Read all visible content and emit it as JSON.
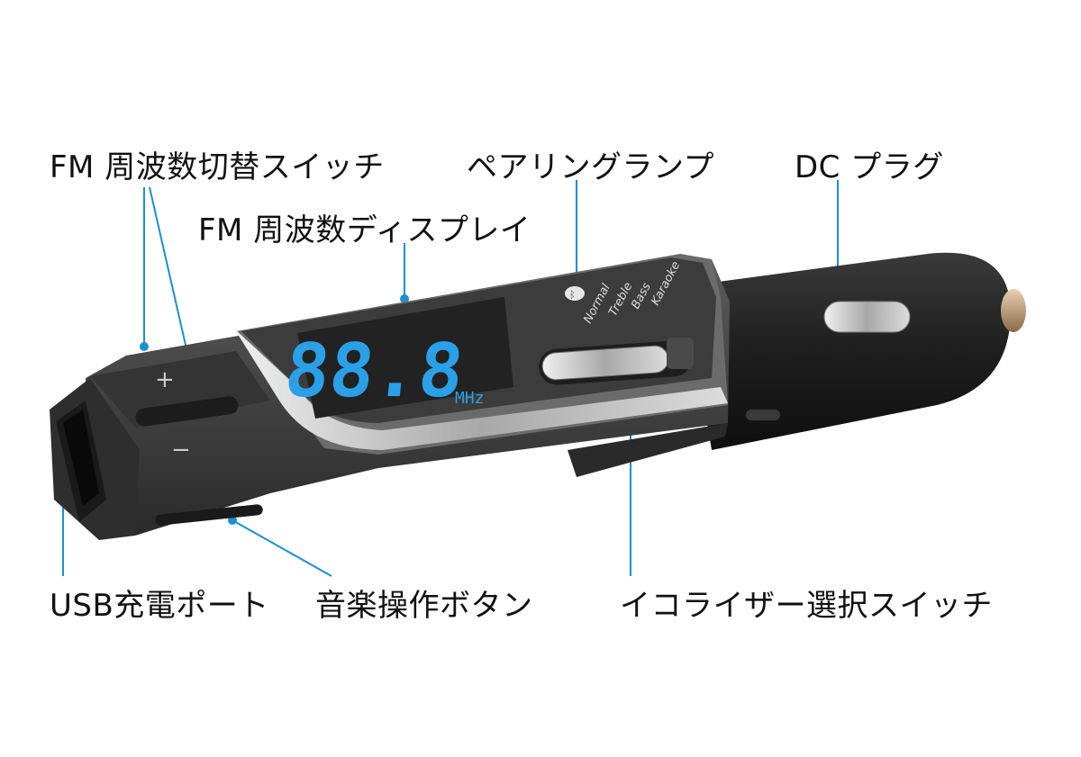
{
  "callouts": {
    "fm_switch": "FM 周波数切替スイッチ",
    "pairing_lamp": "ペアリングランプ",
    "dc_plug": "DC プラグ",
    "fm_display": "FM 周波数ディスプレイ",
    "usb_port": "USB充電ポート",
    "music_button": "音楽操作ボタン",
    "eq_switch": "イコライザー選択スイッチ"
  },
  "device": {
    "display_value": "88.8",
    "display_unit": "MHz",
    "plus_symbol": "+",
    "minus_symbol": "−",
    "eq_modes": [
      "Normal",
      "Treble",
      "Bass",
      "Karaoke"
    ]
  },
  "colors": {
    "callout_line": "#1a8fd6",
    "lcd_digits": "#2aa0e8",
    "body_dark": "#2b2b2b",
    "body_mid": "#4a4a4a",
    "chrome": "#c8c8c8"
  }
}
